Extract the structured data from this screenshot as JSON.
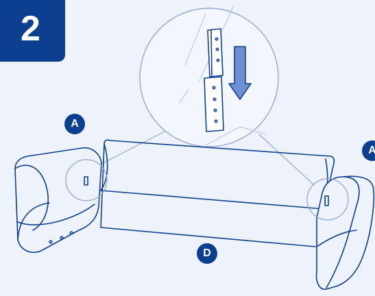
{
  "step": {
    "number": "2"
  },
  "labels": {
    "armrest_left": "A",
    "armrest_right": "A",
    "base": "D"
  },
  "colors": {
    "line": "#0d3f91",
    "background": "#eef3fb",
    "detail_fill": "#f3f7fd",
    "arrow_fill": "#6f8fd0"
  },
  "icons": [
    "down-arrow-icon"
  ]
}
